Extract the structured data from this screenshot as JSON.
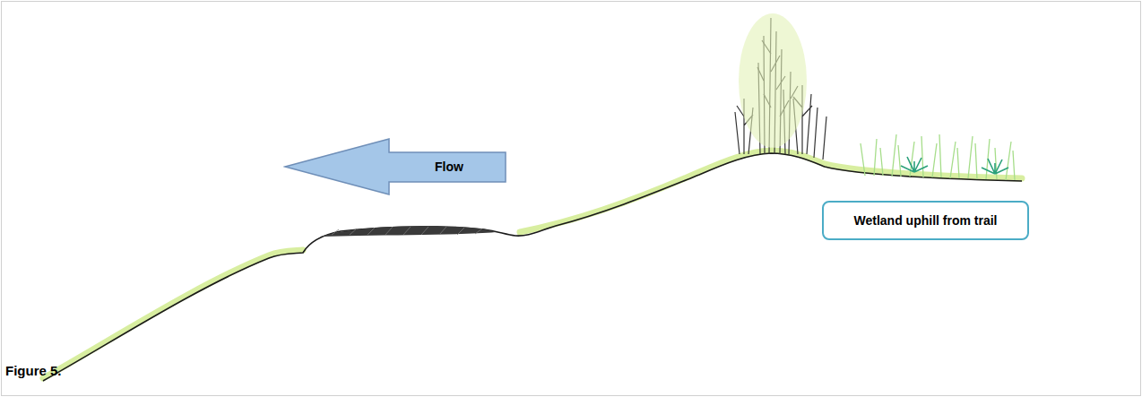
{
  "diagram": {
    "caption": "Figure 5.",
    "nodes": [
      {
        "text": [
          "Flow"
        ]
      },
      {
        "text": [
          "Wetland uphill from trail"
        ]
      }
    ]
  }
}
